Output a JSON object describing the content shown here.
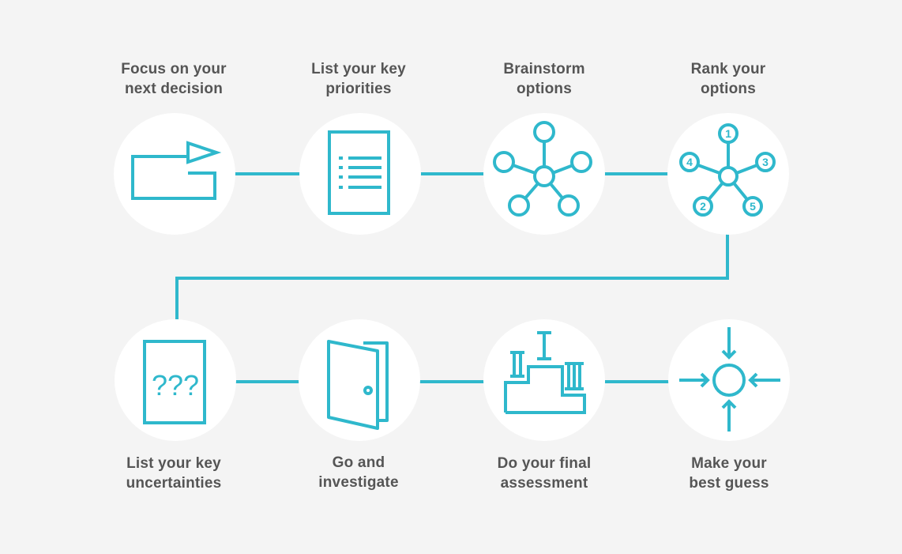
{
  "colors": {
    "background": "#f4f4f4",
    "accent": "#2fb8cc",
    "circle": "#ffffff",
    "text": "#555555"
  },
  "steps": [
    {
      "icon": "arrow-forward-icon",
      "line1": "Focus on your",
      "line2": "next decision"
    },
    {
      "icon": "document-list-icon",
      "line1": "List your key",
      "line2": "priorities"
    },
    {
      "icon": "network-nodes-icon",
      "line1": "Brainstorm",
      "line2": "options"
    },
    {
      "icon": "ranked-nodes-icon",
      "line1": "Rank your",
      "line2": "options",
      "ranks": [
        "1",
        "2",
        "3",
        "4",
        "5"
      ]
    },
    {
      "icon": "question-document-icon",
      "line1": "List your key",
      "line2": "uncertainties",
      "glyph": "???"
    },
    {
      "icon": "open-door-icon",
      "line1": "Go and",
      "line2": "investigate"
    },
    {
      "icon": "podium-icon",
      "line1": "Do your final",
      "line2": "assessment"
    },
    {
      "icon": "converging-arrows-icon",
      "line1": "Make your",
      "line2": "best guess"
    }
  ]
}
